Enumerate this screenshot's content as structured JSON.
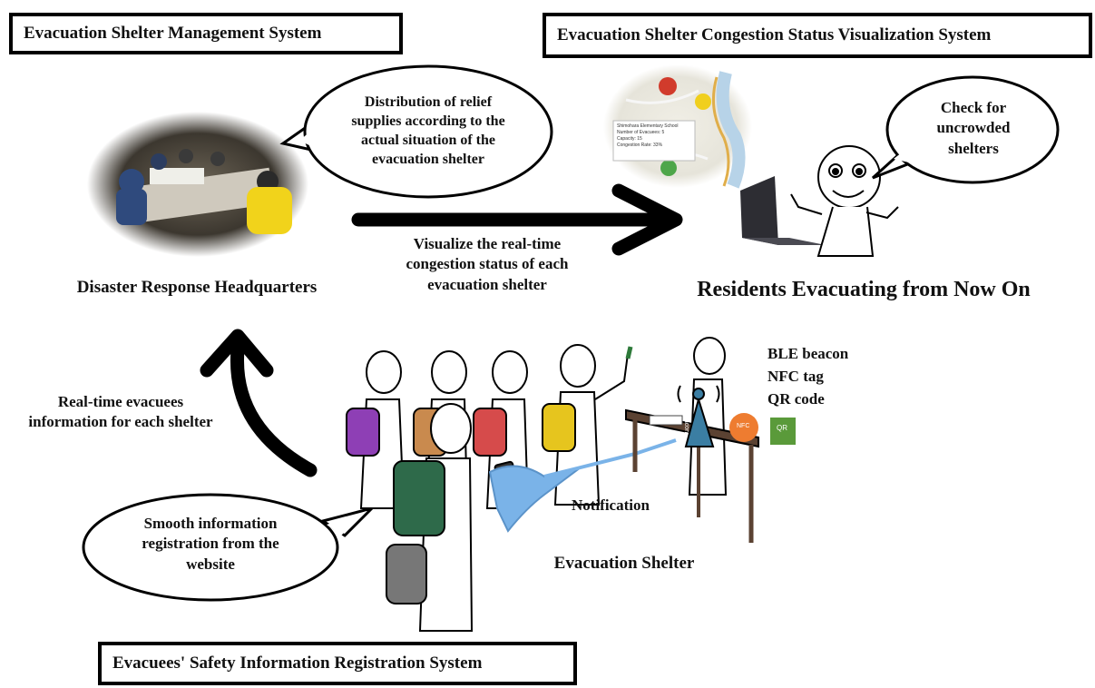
{
  "titles": {
    "management": "Evacuation Shelter Management System",
    "visualization": "Evacuation Shelter Congestion Status Visualization System",
    "registration": "Evacuees' Safety Information Registration System"
  },
  "labels": {
    "headquarters": "Disaster Response Headquarters",
    "residents": "Residents Evacuating from Now On",
    "visualize_flow": "Visualize the real-time congestion status of each evacuation shelter",
    "realtime_info": "Real-time evacuees information for each shelter",
    "notification": "Notification",
    "shelter": "Evacuation Shelter",
    "devices": [
      "BLE beacon",
      "NFC tag",
      "QR code"
    ]
  },
  "bubbles": {
    "relief": "Distribution of relief supplies according to the actual situation of the evacuation shelter",
    "check": "Check for uncrowded shelters",
    "smooth": "Smooth information registration from the website"
  },
  "map_popup": {
    "lines": [
      "Shimohara Elementary School",
      "Number of Evacuees: 5",
      "Capacity: 15",
      "Congestion Rate: 33%"
    ]
  },
  "device_icons": {
    "beacon": "beacon",
    "nfc": "NFC",
    "qr": "QR"
  },
  "backpack_colors": [
    "#8e3fb5",
    "#c98a4e",
    "#d64b4b",
    "#e6c51e",
    "#2e6a4a"
  ],
  "icons": [
    "bubble-tail-icon",
    "arrow-icon",
    "laptop-icon",
    "map-pin-icon",
    "smartphone-icon",
    "signal-wave-icon"
  ]
}
